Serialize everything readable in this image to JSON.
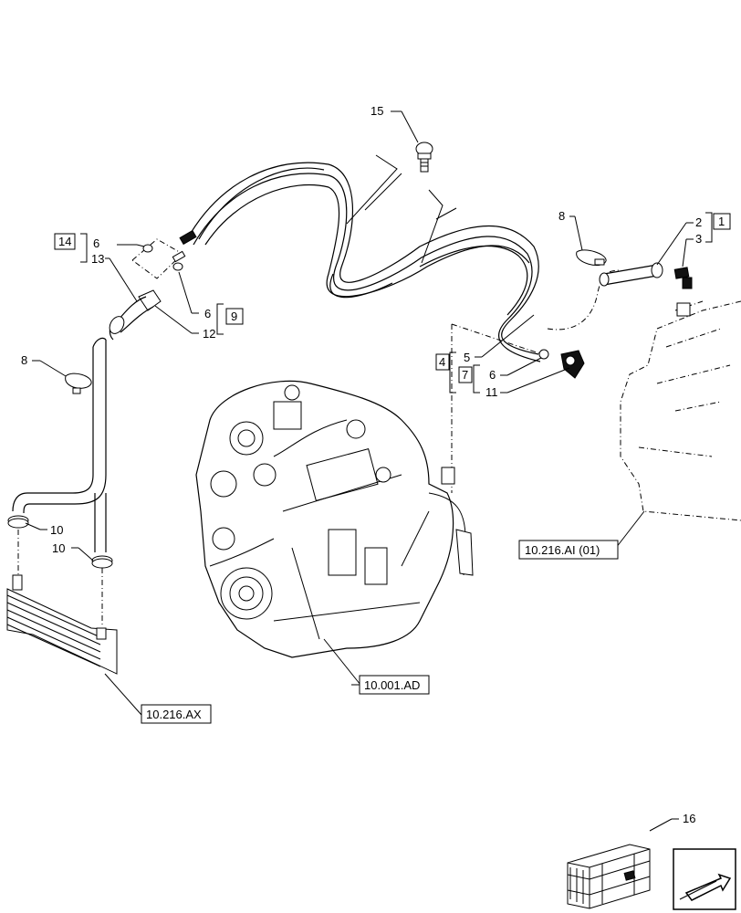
{
  "callouts": {
    "c15": "15",
    "c14": "14",
    "c6a": "6",
    "c13": "13",
    "c6b": "6",
    "c9": "9",
    "c12": "12",
    "c8a": "8",
    "c8b": "8",
    "c2": "2",
    "c1": "1",
    "c3": "3",
    "c4": "4",
    "c5": "5",
    "c7": "7",
    "c6c": "6",
    "c11": "11",
    "c10a": "10",
    "c10b": "10",
    "c16": "16"
  },
  "references": {
    "ref_ai": "10.216.AI (01)",
    "ref_ad": "10.001.AD",
    "ref_ax": "10.216.AX"
  },
  "icons": {
    "crate": "parts-crate-icon",
    "nav": "navigation-arrow-icon"
  }
}
